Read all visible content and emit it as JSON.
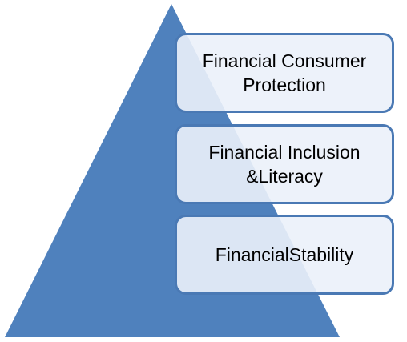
{
  "pyramid": {
    "fill_color": "#4f81bd",
    "box_border_color": "#4a79b4",
    "box_fill_color": "#ebf1fa",
    "layers": [
      {
        "label_line1": "Financial Consumer",
        "label_line2": "Protection"
      },
      {
        "label_line1": "Financial Inclusion",
        "label_line2": "&Literacy"
      },
      {
        "label_line1": "FinancialStability",
        "label_line2": ""
      }
    ]
  }
}
